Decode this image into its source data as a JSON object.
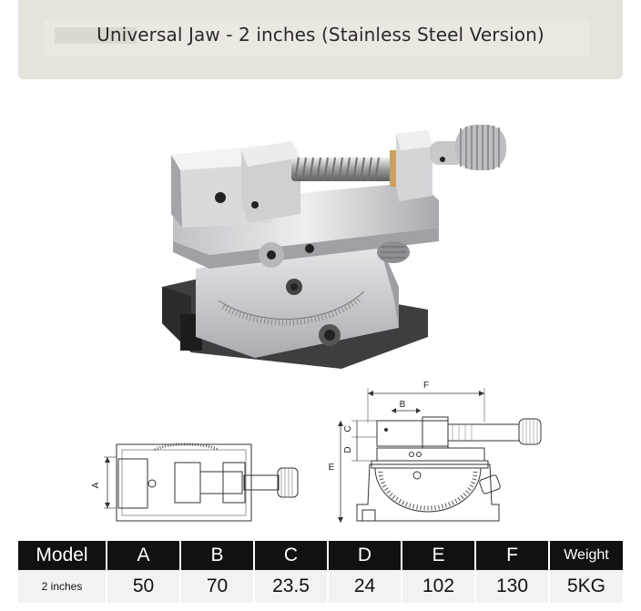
{
  "banner": {
    "title": "Universal Jaw - 2 inches (Stainless Steel Version)"
  },
  "diagram_labels": {
    "top_a": "A",
    "side_f": "F",
    "side_b": "B",
    "side_c": "C",
    "side_d": "D",
    "side_e": "E"
  },
  "specs": {
    "headers": [
      "Model",
      "A",
      "B",
      "C",
      "D",
      "E",
      "F",
      "Weight"
    ],
    "row": [
      "2 inches",
      "50",
      "70",
      "23.5",
      "24",
      "102",
      "130",
      "5KG"
    ]
  },
  "colors": {
    "banner_bg": "#e7e3dc",
    "header_bg": "#111111",
    "row_bg": "#f2f2f2",
    "steel": "#c9cacc",
    "brass": "#c9a25a"
  }
}
